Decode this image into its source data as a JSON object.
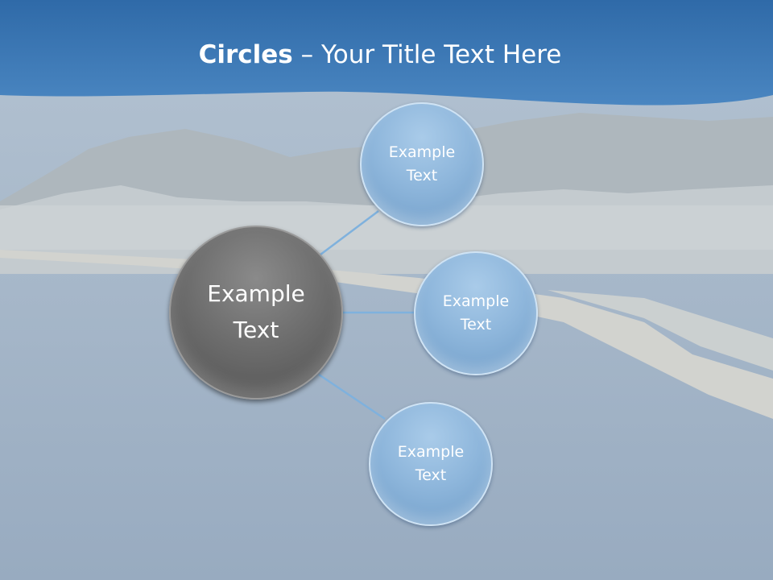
{
  "slide": {
    "title_bold": "Circles",
    "title_rest": " – Your Title Text Here"
  },
  "diagram": {
    "center": {
      "label": "Example Text"
    },
    "nodes": [
      {
        "label": "Example Text"
      },
      {
        "label": "Example Text"
      },
      {
        "label": "Example Text"
      }
    ]
  },
  "colors": {
    "header_blue": "#3f78b3",
    "node_blue": "#8fb7dc",
    "center_gray": "#6e6e6e",
    "connector": "#7fb1dd"
  }
}
